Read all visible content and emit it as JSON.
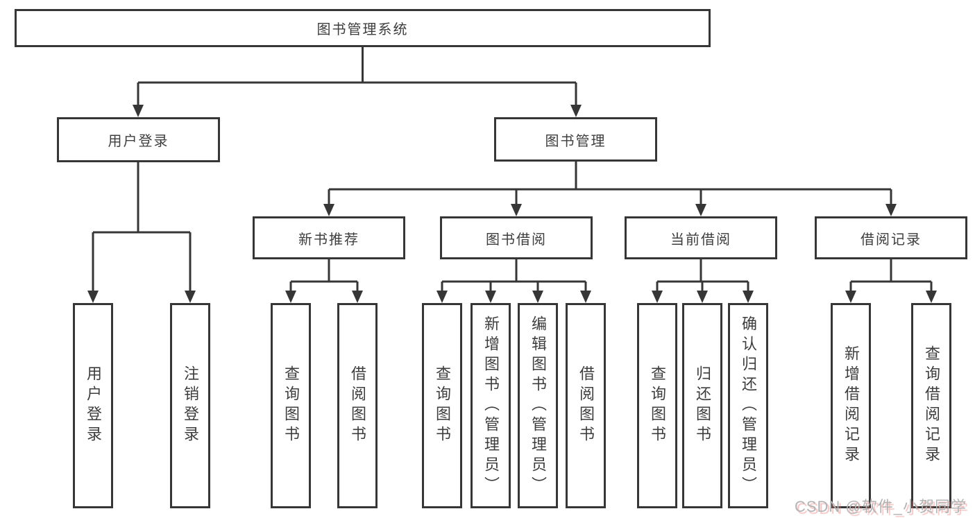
{
  "diagram": {
    "type": "hierarchy-tree",
    "title": "图书管理系统",
    "nodes": {
      "root": "图书管理系统",
      "user_login": "用户登录",
      "book_management": "图书管理",
      "new_book_recommend": "新书推荐",
      "book_borrowing": "图书借阅",
      "current_borrowing": "当前借阅",
      "borrowing_records": "借阅记录",
      "leaf_user_login": "用户登录",
      "leaf_logout": "注销登录",
      "leaf_nbr_query_books": "查询图书",
      "leaf_nbr_borrow_books": "借阅图书",
      "leaf_bb_query_books": "查询图书",
      "leaf_bb_add_books": "新增图书（管理员）",
      "leaf_bb_edit_books": "编辑图书（管理员）",
      "leaf_bb_borrow_books": "借阅图书",
      "leaf_cb_query_books": "查询图书",
      "leaf_cb_return_books": "归还图书",
      "leaf_cb_confirm_return": "确认归还（管理员）",
      "leaf_br_add_record": "新增借阅记录",
      "leaf_br_query_record": "查询借阅记录"
    },
    "hierarchy": {
      "图书管理系统": {
        "用户登录": [
          "用户登录",
          "注销登录"
        ],
        "图书管理": {
          "新书推荐": [
            "查询图书",
            "借阅图书"
          ],
          "图书借阅": [
            "查询图书",
            "新增图书（管理员）",
            "编辑图书（管理员）",
            "借阅图书"
          ],
          "当前借阅": [
            "查询图书",
            "归还图书",
            "确认归还（管理员）"
          ],
          "借阅记录": [
            "新增借阅记录",
            "查询借阅记录"
          ]
        }
      }
    },
    "colors": {
      "line": "#363636",
      "box_border": "#363636",
      "box_fill": "#ffffff",
      "text": "#3d3d3d",
      "background": "#ffffff",
      "watermark_text": "#b3b3b3",
      "watermark_shadow": "#e07878"
    }
  },
  "watermark": "CSDN @软件_小贺同学"
}
